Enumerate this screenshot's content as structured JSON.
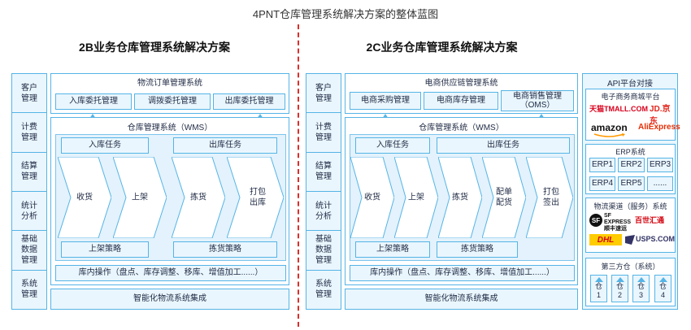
{
  "page_title": "4PNT仓库管理系统解决方案的整体蓝图",
  "left": {
    "title": "2B业务仓库管理系统解决方案",
    "sidebar": [
      "客户\n管理",
      "计费\n管理",
      "结算\n管理",
      "统计\n分析",
      "基础\n数据\n管理",
      "系统\n管理"
    ],
    "oms_title": "物流订单管理系统",
    "oms_items": [
      "入库委托管理",
      "调拨委托管理",
      "出库委托管理"
    ],
    "wms_title": "仓库管理系统（WMS）",
    "task_in": "入库任务",
    "task_out": "出库任务",
    "steps": [
      "收货",
      "上架",
      "拣货",
      "打包\n出库"
    ],
    "strategy_1": "上架策略",
    "strategy_2": "拣货策略",
    "ops": "库内操作（盘点、库存调整、移库、增值加工......）",
    "integration": "智能化物流系统集成"
  },
  "right": {
    "title": "2C业务仓库管理系统解决方案",
    "sidebar": [
      "客户\n管理",
      "计费\n管理",
      "结算\n管理",
      "统计\n分析",
      "基础\n数据\n管理",
      "系统\n管理"
    ],
    "scm_title": "电商供应链管理系统",
    "scm_items": [
      "电商采购管理",
      "电商库存管理",
      "电商销售管理\n（OMS）"
    ],
    "wms_title": "仓库管理系统（WMS）",
    "task_in": "入库任务",
    "task_out": "出库任务",
    "steps": [
      "收货",
      "上架",
      "拣货",
      "配单\n配货",
      "打包\n签出"
    ],
    "strategy_1": "上架策略",
    "strategy_2": "拣货策略",
    "ops": "库内操作（盘点、库存调整、移库、增值加工......）",
    "integration": "智能化物流系统集成"
  },
  "api": {
    "title": "API平台对接",
    "ecom_title": "电子商务商城平台",
    "ecom_logos": [
      "天猫TMALL.COM",
      "JD.京东",
      "amazon",
      "AliExpress"
    ],
    "erp_title": "ERP系统",
    "erp_items": [
      "ERP1",
      "ERP2",
      "ERP3",
      "ERP4",
      "ERP5",
      "......"
    ],
    "logistics_title": "物流渠道（服务）系统",
    "logistics_logos": [
      "SF EXPRESS 顺丰速运",
      "百世汇通",
      "DHL",
      "USPS.COM"
    ],
    "third_party_title": "第三方仓（系统）",
    "warehouses": [
      {
        "name": "仓",
        "num": "1"
      },
      {
        "name": "仓",
        "num": "2"
      },
      {
        "name": "仓",
        "num": "3"
      },
      {
        "name": "仓",
        "num": "4"
      }
    ]
  },
  "colors": {
    "line": "#55b4e6",
    "fill": "#eaf6fd",
    "divider": "#d9302c",
    "tmall": "#d8001c",
    "jd": "#e1251b",
    "aliexpress": "#e62e04",
    "dhl_bg": "#ffcc00",
    "dhl_text": "#d40511",
    "usps": "#333366",
    "sf": "#111111",
    "best": "#d40511"
  }
}
